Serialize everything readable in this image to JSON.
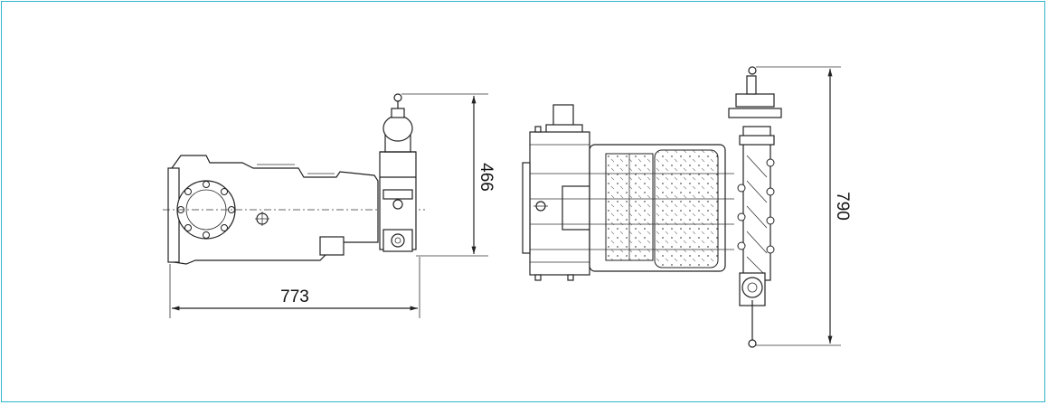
{
  "border_color": "#31b6c9",
  "dimensions": {
    "length": "773",
    "height": "466",
    "width": "790"
  }
}
